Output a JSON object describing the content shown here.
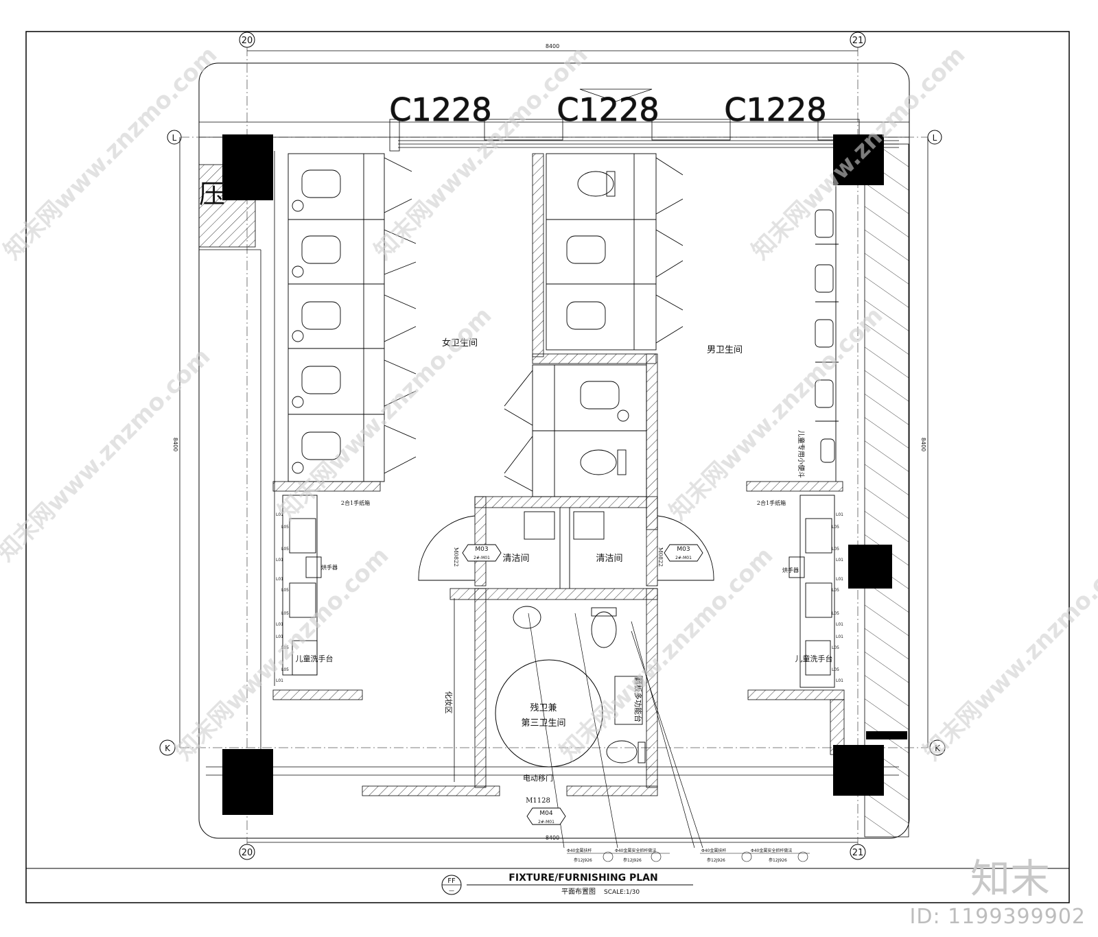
{
  "title": {
    "main": "FIXTURE/FURNISHING PLAN",
    "sub": "平面布置图",
    "scale": "SCALE:1/30",
    "tag": "FF",
    "tag_sub": "—"
  },
  "grid": {
    "col_left": "20",
    "col_right": "21",
    "row_top": "L",
    "row_bottom": "K"
  },
  "dimensions": {
    "top": "8400",
    "bottom": "8400",
    "left": "8400",
    "right": "8400"
  },
  "windows": [
    "C1228",
    "C1228",
    "C1228"
  ],
  "rooms": {
    "womens": "女卫生间",
    "mens": "男卫生间",
    "cleaning_left": "清洁间",
    "cleaning_right": "清洁间",
    "accessible_line1": "残卫兼",
    "accessible_line2": "第三卫生间",
    "makeup": "化妆区",
    "multi_table": "翻板多功能台",
    "kids_urinal": "儿童专用小便斗",
    "pressure": "压"
  },
  "labels": {
    "paper_left": "2合1手纸箱",
    "paper_right": "2合1手纸箱",
    "dryer_left": "烘手器",
    "dryer_right": "烘手器",
    "kids_basin_left": "儿童洗手台",
    "kids_basin_right": "儿童洗手台",
    "sliding_door": "电动移门",
    "door_main": "M1128",
    "door_left": "M0822",
    "door_right": "M0822",
    "tag_m03_left": "M03",
    "tag_m03_right": "M03",
    "tag_m04": "M04",
    "tag_sub_code": "2#-M01",
    "l01": "L01",
    "l05": "L05"
  },
  "notes": [
    "Φ40金属扶杆",
    "Φ40金属安全抓杆做法",
    "Φ40金属扶杆",
    "Φ40金属安全抓杆做法"
  ],
  "note_ref": "参12J926",
  "watermark": {
    "site": "知末网www.znzmo.com",
    "logo": "知末",
    "id": "ID: 1199399902"
  }
}
